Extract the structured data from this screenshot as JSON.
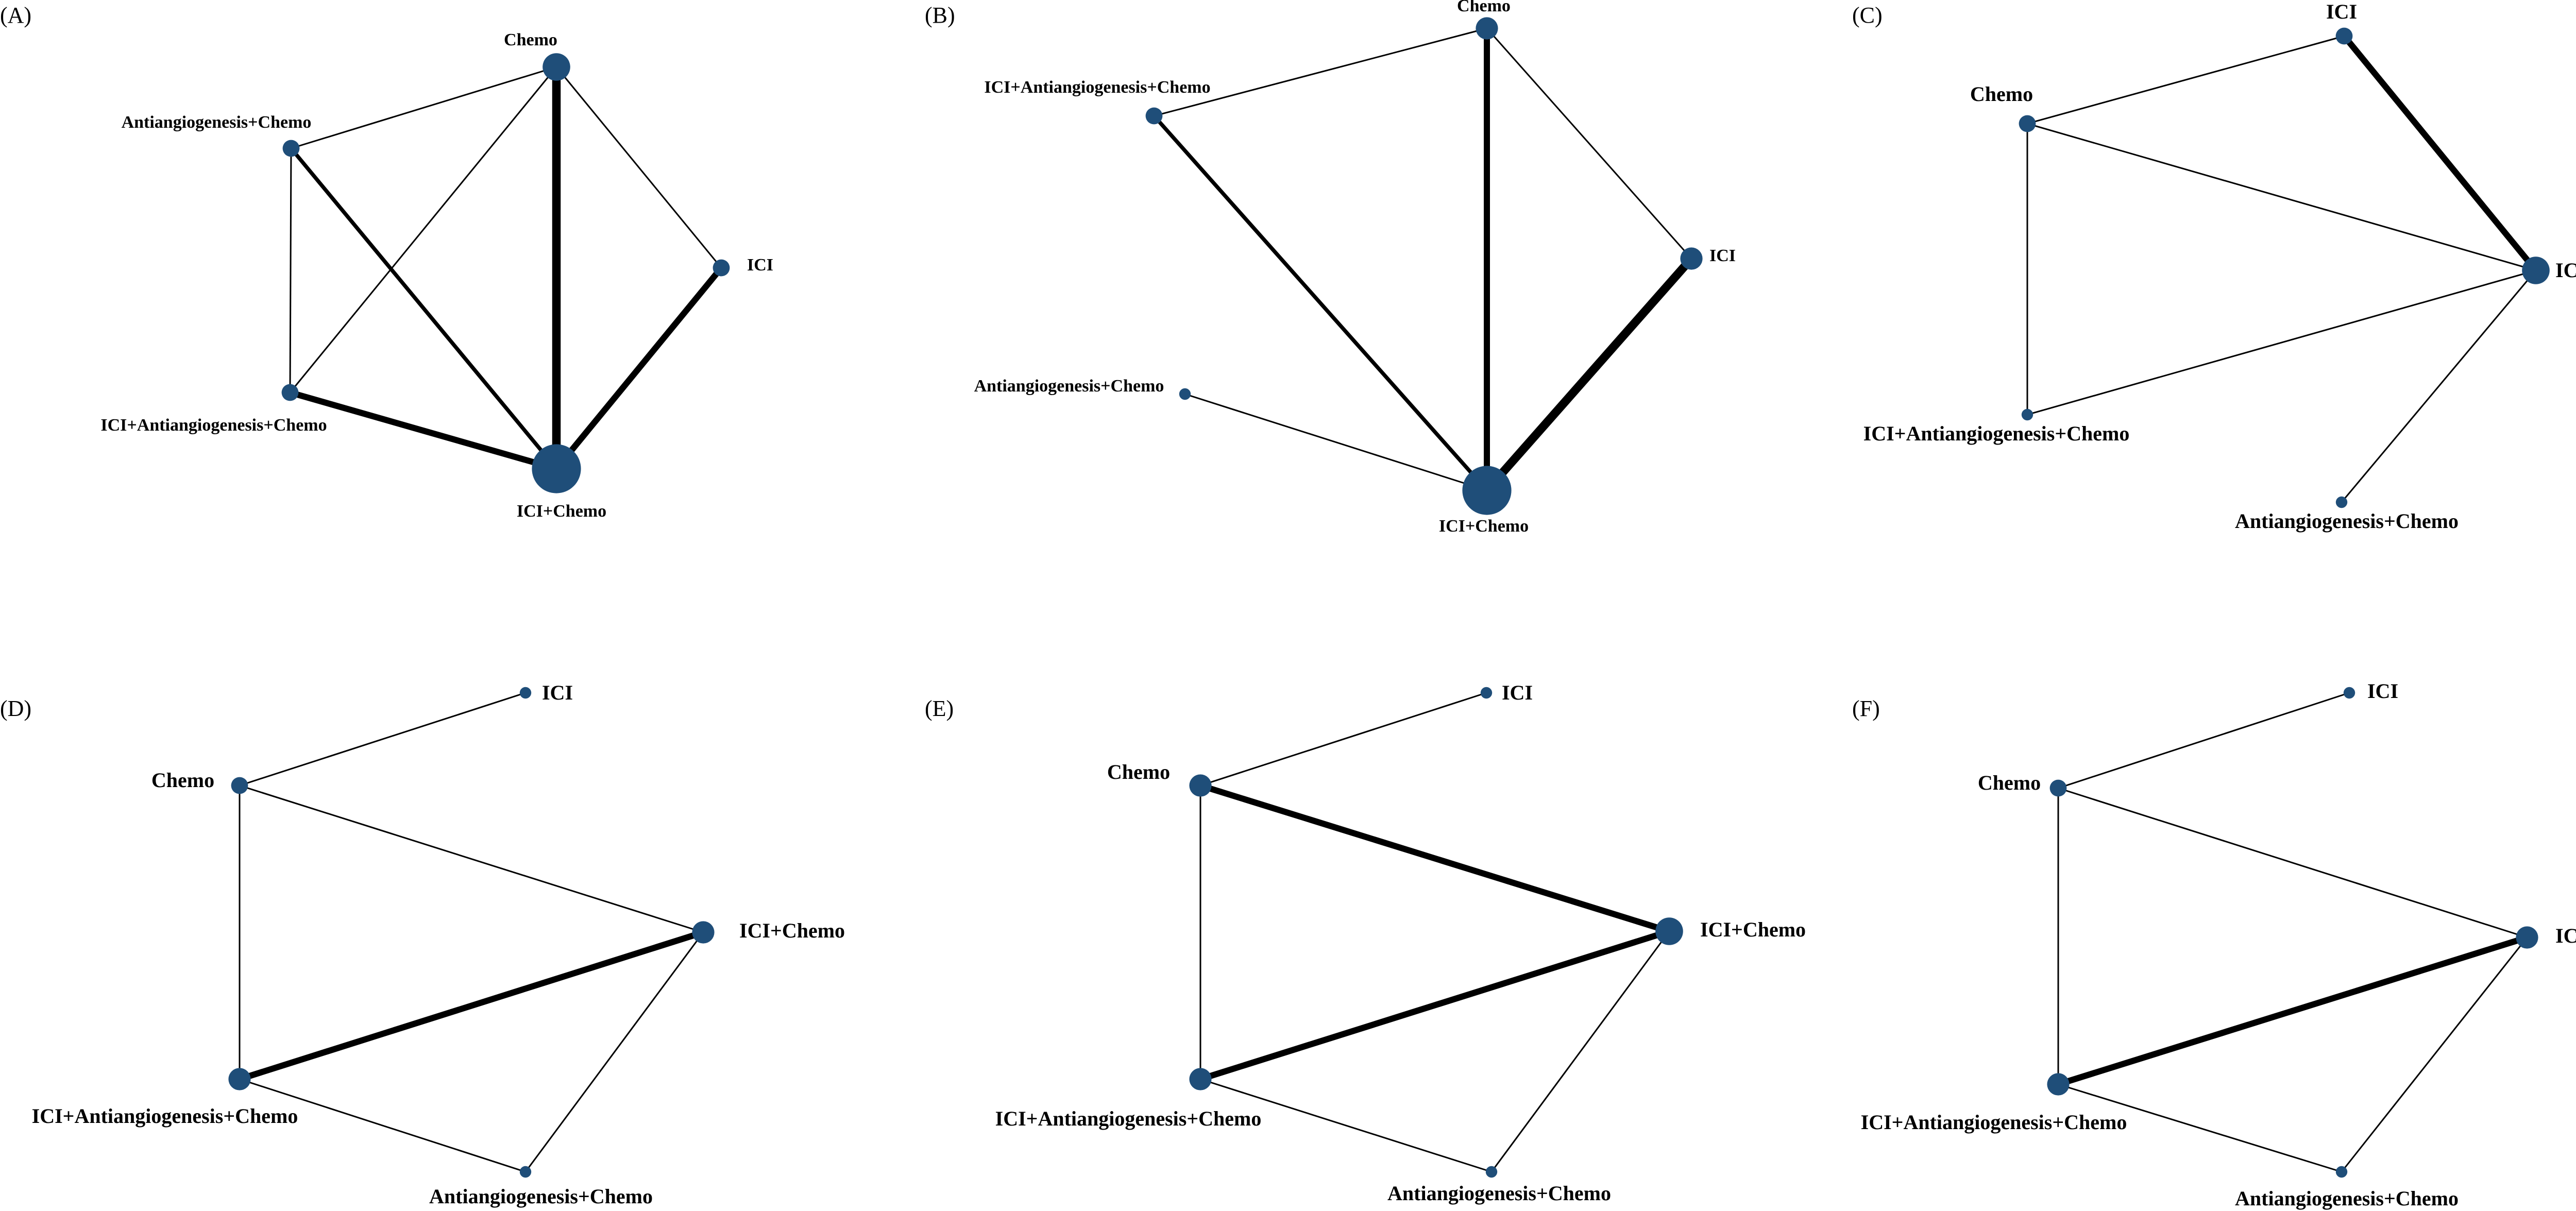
{
  "style": {
    "node_color": "#1f4e79",
    "edge_color": "#000000",
    "background": "#ffffff"
  },
  "panels": [
    {
      "label": "(A)",
      "nodes": [
        {
          "text": "Chemo",
          "size": 4
        },
        {
          "text": "Antiangiogenesis+Chemo",
          "size": 2
        },
        {
          "text": "ICI",
          "size": 2
        },
        {
          "text": "ICI+Antiangiogenesis+Chemo",
          "size": 2
        },
        {
          "text": "ICI+Chemo",
          "size": 8
        }
      ],
      "edges": [
        {
          "from": "Chemo",
          "to": "Antiangiogenesis+Chemo",
          "weight": 1
        },
        {
          "from": "Chemo",
          "to": "ICI",
          "weight": 1
        },
        {
          "from": "Chemo",
          "to": "ICI+Antiangiogenesis+Chemo",
          "weight": 1
        },
        {
          "from": "Chemo",
          "to": "ICI+Chemo",
          "weight": 4
        },
        {
          "from": "Antiangiogenesis+Chemo",
          "to": "ICI+Antiangiogenesis+Chemo",
          "weight": 1
        },
        {
          "from": "Antiangiogenesis+Chemo",
          "to": "ICI+Chemo",
          "weight": 2
        },
        {
          "from": "ICI",
          "to": "ICI+Chemo",
          "weight": 3
        },
        {
          "from": "ICI+Antiangiogenesis+Chemo",
          "to": "ICI+Chemo",
          "weight": 3
        }
      ]
    },
    {
      "label": "(B)",
      "nodes": [
        {
          "text": "Chemo",
          "size": 3
        },
        {
          "text": "ICI+Antiangiogenesis+Chemo",
          "size": 2
        },
        {
          "text": "ICI",
          "size": 3
        },
        {
          "text": "Antiangiogenesis+Chemo",
          "size": 1
        },
        {
          "text": "ICI+Chemo",
          "size": 8
        }
      ],
      "edges": [
        {
          "from": "Chemo",
          "to": "ICI+Antiangiogenesis+Chemo",
          "weight": 1
        },
        {
          "from": "Chemo",
          "to": "ICI",
          "weight": 1
        },
        {
          "from": "Chemo",
          "to": "ICI+Chemo",
          "weight": 3
        },
        {
          "from": "ICI+Antiangiogenesis+Chemo",
          "to": "ICI+Chemo",
          "weight": 2
        },
        {
          "from": "ICI",
          "to": "ICI+Chemo",
          "weight": 4
        },
        {
          "from": "Antiangiogenesis+Chemo",
          "to": "ICI+Chemo",
          "weight": 1
        }
      ]
    },
    {
      "label": "(C)",
      "nodes": [
        {
          "text": "ICI",
          "size": 2
        },
        {
          "text": "Chemo",
          "size": 2
        },
        {
          "text": "ICI+Chemo",
          "size": 4
        },
        {
          "text": "ICI+Antiangiogenesis+Chemo",
          "size": 1
        },
        {
          "text": "Antiangiogenesis+Chemo",
          "size": 1
        }
      ],
      "edges": [
        {
          "from": "ICI",
          "to": "Chemo",
          "weight": 1
        },
        {
          "from": "ICI",
          "to": "ICI+Chemo",
          "weight": 3
        },
        {
          "from": "Chemo",
          "to": "ICI+Chemo",
          "weight": 1
        },
        {
          "from": "Chemo",
          "to": "ICI+Antiangiogenesis+Chemo",
          "weight": 1
        },
        {
          "from": "ICI+Antiangiogenesis+Chemo",
          "to": "ICI+Chemo",
          "weight": 1
        },
        {
          "from": "Antiangiogenesis+Chemo",
          "to": "ICI+Chemo",
          "weight": 1
        }
      ]
    },
    {
      "label": "(D)",
      "nodes": [
        {
          "text": "ICI",
          "size": 1
        },
        {
          "text": "Chemo",
          "size": 2
        },
        {
          "text": "ICI+Chemo",
          "size": 3
        },
        {
          "text": "ICI+Antiangiogenesis+Chemo",
          "size": 3
        },
        {
          "text": "Antiangiogenesis+Chemo",
          "size": 1
        }
      ],
      "edges": [
        {
          "from": "Chemo",
          "to": "ICI",
          "weight": 1
        },
        {
          "from": "Chemo",
          "to": "ICI+Chemo",
          "weight": 1
        },
        {
          "from": "Chemo",
          "to": "ICI+Antiangiogenesis+Chemo",
          "weight": 1
        },
        {
          "from": "ICI+Antiangiogenesis+Chemo",
          "to": "ICI+Chemo",
          "weight": 3
        },
        {
          "from": "ICI+Antiangiogenesis+Chemo",
          "to": "Antiangiogenesis+Chemo",
          "weight": 1
        },
        {
          "from": "Antiangiogenesis+Chemo",
          "to": "ICI+Chemo",
          "weight": 1
        }
      ]
    },
    {
      "label": "(E)",
      "nodes": [
        {
          "text": "ICI",
          "size": 1
        },
        {
          "text": "Chemo",
          "size": 3
        },
        {
          "text": "ICI+Chemo",
          "size": 4
        },
        {
          "text": "ICI+Antiangiogenesis+Chemo",
          "size": 3
        },
        {
          "text": "Antiangiogenesis+Chemo",
          "size": 1
        }
      ],
      "edges": [
        {
          "from": "Chemo",
          "to": "ICI",
          "weight": 1
        },
        {
          "from": "Chemo",
          "to": "ICI+Chemo",
          "weight": 3
        },
        {
          "from": "Chemo",
          "to": "ICI+Antiangiogenesis+Chemo",
          "weight": 1
        },
        {
          "from": "ICI+Antiangiogenesis+Chemo",
          "to": "ICI+Chemo",
          "weight": 3
        },
        {
          "from": "ICI+Antiangiogenesis+Chemo",
          "to": "Antiangiogenesis+Chemo",
          "weight": 1
        },
        {
          "from": "Antiangiogenesis+Chemo",
          "to": "ICI+Chemo",
          "weight": 1
        }
      ]
    },
    {
      "label": "(F)",
      "nodes": [
        {
          "text": "ICI",
          "size": 1
        },
        {
          "text": "Chemo",
          "size": 2
        },
        {
          "text": "ICI+Chemo",
          "size": 3
        },
        {
          "text": "ICI+Antiangiogenesis+Chemo",
          "size": 3
        },
        {
          "text": "Antiangiogenesis+Chemo",
          "size": 1
        }
      ],
      "edges": [
        {
          "from": "Chemo",
          "to": "ICI",
          "weight": 1
        },
        {
          "from": "Chemo",
          "to": "ICI+Chemo",
          "weight": 1
        },
        {
          "from": "Chemo",
          "to": "ICI+Antiangiogenesis+Chemo",
          "weight": 1
        },
        {
          "from": "ICI+Antiangiogenesis+Chemo",
          "to": "ICI+Chemo",
          "weight": 3
        },
        {
          "from": "ICI+Antiangiogenesis+Chemo",
          "to": "Antiangiogenesis+Chemo",
          "weight": 1
        },
        {
          "from": "Antiangiogenesis+Chemo",
          "to": "ICI+Chemo",
          "weight": 1
        }
      ]
    }
  ]
}
